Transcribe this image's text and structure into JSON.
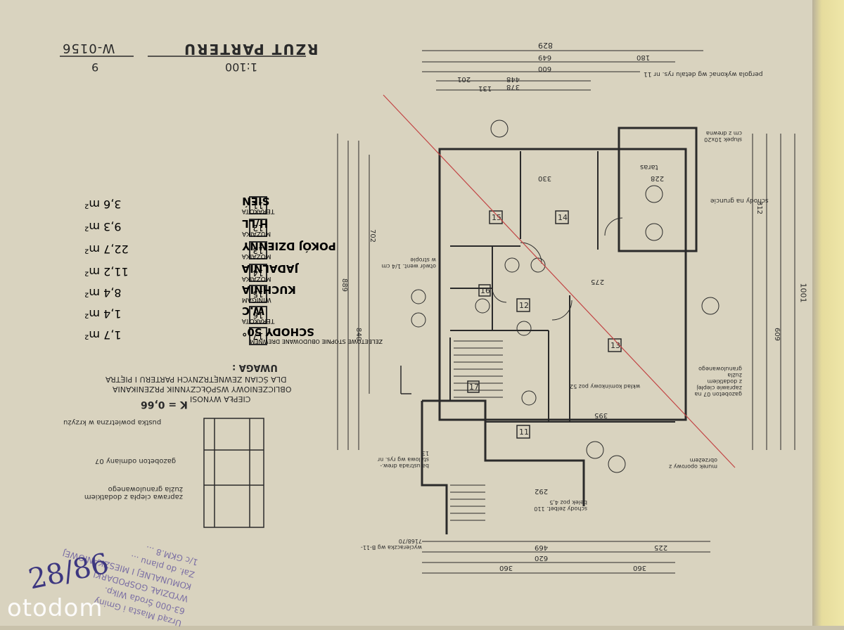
{
  "header": {
    "title": "RZUT PARTERU",
    "scale": "1:100",
    "sheet_code": "W-0156",
    "sheet_number": "9"
  },
  "rooms": [
    {
      "num": "11",
      "name": "SIEŃ",
      "finish": "TERAKOTA",
      "area": "3,6 m²"
    },
    {
      "num": "12",
      "name": "H/LL",
      "finish": "MUZAIKA",
      "area": "9,3 m²"
    },
    {
      "num": "13",
      "name": "POKÓJ DZIENNY",
      "finish": "MOZAIKA",
      "area": "22,7 m²"
    },
    {
      "num": "14",
      "name": "JADALNIA",
      "finish": "MOZAIKA",
      "area": "11,2 m²"
    },
    {
      "num": "15",
      "name": "KUCHNIA",
      "finish": "WINIGAM",
      "area": "8,4 m²"
    },
    {
      "num": "16",
      "name": "W.C",
      "finish": "TERAKOTA",
      "area": "1,4 m²"
    },
    {
      "num": "17",
      "name": "SCHODY 50°",
      "finish": "ZELBETOWE STOPNIE OBUDOWANE DREWNEM",
      "area": "1,7 m²"
    }
  ],
  "notes": {
    "heading": "UWAGA :",
    "line1": "DLA ŚCIAN ZEWNĘTRZNYCH PARTERU I PIĘTRA",
    "line2": "OBLICZENIOWY WSPÓŁCZYNNIK PRZENIKANIA",
    "line3": "CIEPŁA WYNOSI",
    "k_value": "K = 0,66"
  },
  "detail_labels": {
    "air_gap": "pustka powietrzna w krzyżu",
    "gas_concrete": "gazobeton odmiany 07",
    "insulation": "zaprawa ciepła z dodatkiem żużla granulowanego"
  },
  "plan_labels": {
    "pergola": "pergola wykonać wg detalu rys. nr 11",
    "terrace": "taras",
    "stairs_garden": "schody na gruncie",
    "kitchen_window": "otwór went. 1/4 cm w stropie",
    "staircase": "schody żelbet. 110 belek poz 4,5",
    "balustrade": "balustrada drew.-stalowa wg rys. nr 13",
    "cleanout": "wycieraczka wg B-11-7168/70",
    "floor_note": "gazobeton 07 na zaprawie ciepłej z dodatkiem żużla granulowanego",
    "fireplace": "wkład kominkowy poz 52",
    "post": "słupek 10x20 cm z drewna",
    "wall_lower": "murek oporowy z obrzeżem"
  },
  "stamp": {
    "line1": "Urząd Miasta i Gminy",
    "line2": "63-000 Środa Wlkp.",
    "line3": "WYDZIAŁ GOSPODARKI",
    "line4": "KOMUNALNEJ I MIESZKANIOWEJ",
    "line5": "Zał. do planu ...",
    "line6": "1/c GKM.8 ..."
  },
  "signature": "28/86",
  "watermark": "otodom",
  "dimensions": {
    "top_total": "829",
    "top_a": "649",
    "top_b": "600",
    "top_c": "448",
    "top_d": "378",
    "top_e": "180",
    "top_f": "201",
    "top_g": "131",
    "bottom_a": "225",
    "bottom_b": "469",
    "bottom_c": "360",
    "bottom_d": "360",
    "bottom_e": "620",
    "right_total": "1001",
    "right_a": "609",
    "right_b": "312",
    "left_a": "889",
    "left_b": "840",
    "left_c": "702",
    "room_w1": "330",
    "room_w2": "228",
    "room_w3": "275",
    "room_w4": "395",
    "room_w5": "292"
  },
  "colors": {
    "paper": "#d9d3bf",
    "ink": "#2a2a2a",
    "red_line": "#c24444",
    "stamp_ink": "#7b6fa4"
  }
}
